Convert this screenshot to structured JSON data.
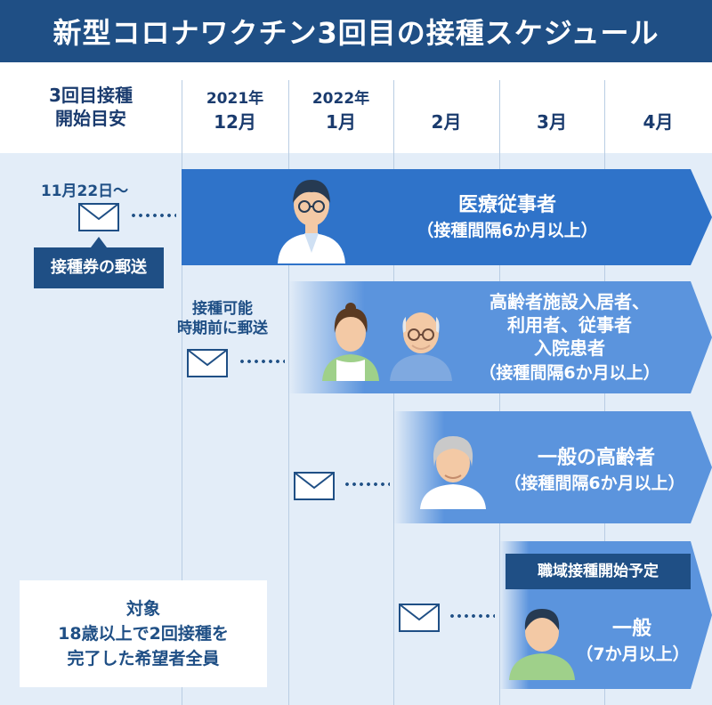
{
  "title": "新型コロナワクチン3回目の接種スケジュール",
  "header": {
    "start_label_1": "3回目接種",
    "start_label_2": "開始目安",
    "months": [
      {
        "year": "2021年",
        "month": "12月"
      },
      {
        "year": "2022年",
        "month": "1月"
      },
      {
        "year": "",
        "month": "2月"
      },
      {
        "year": "",
        "month": "3月"
      },
      {
        "year": "",
        "month": "4月"
      }
    ]
  },
  "mail": {
    "first_date": "11月22日〜",
    "first_tag": "接種券の郵送",
    "second_1": "接種可能",
    "second_2": "時期前に郵送"
  },
  "bars": [
    {
      "line1": "医療従事者",
      "line2": "（接種間隔6か月以上）"
    },
    {
      "line1": "高齢者施設入居者、",
      "line2": "利用者、従事者",
      "line3": "入院患者",
      "line4": "（接種間隔6か月以上）"
    },
    {
      "line1": "一般の高齢者",
      "line2": "（接種間隔6か月以上）"
    },
    {
      "tag": "職域接種開始予定",
      "line1": "一般",
      "line2": "（7か月以上）"
    }
  ],
  "target": {
    "line1": "対象",
    "line2": "18歳以上で2回接種を",
    "line3": "完了した希望者全員"
  },
  "colors": {
    "navy": "#1f4f85",
    "bar_dark": "#2f73c9",
    "bar_light": "#5b94dd",
    "background": "#e3edf8"
  }
}
